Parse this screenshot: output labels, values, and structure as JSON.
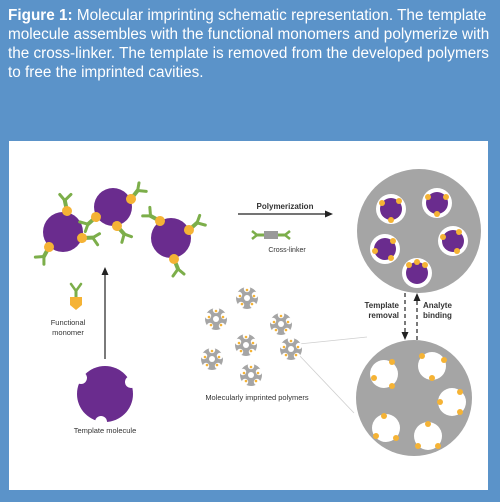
{
  "caption": {
    "bold": "Figure 1:",
    "text": " Molecular imprinting schematic representation. The template molecule assembles with the functional monomers and polymerize with the cross-linker. The template is removed from the developed polymers to free the imprinted cavities."
  },
  "labels": {
    "polymerization": "Polymerization",
    "cross_linker": "Cross-linker",
    "functional_monomer_line1": "Functional",
    "functional_monomer_line2": "monomer",
    "template_molecule": "Template molecule",
    "mip": "Molecularly imprinted polymers",
    "template_removal_line1": "Template",
    "template_removal_line2": "removal",
    "analyte_binding_line1": "Analyte",
    "analyte_binding_line2": "binding"
  },
  "colors": {
    "frame": "#5b93c9",
    "purple": "#6a2c8e",
    "orange": "#f5b335",
    "green": "#7cae4a",
    "gray": "#a5a5a5"
  }
}
